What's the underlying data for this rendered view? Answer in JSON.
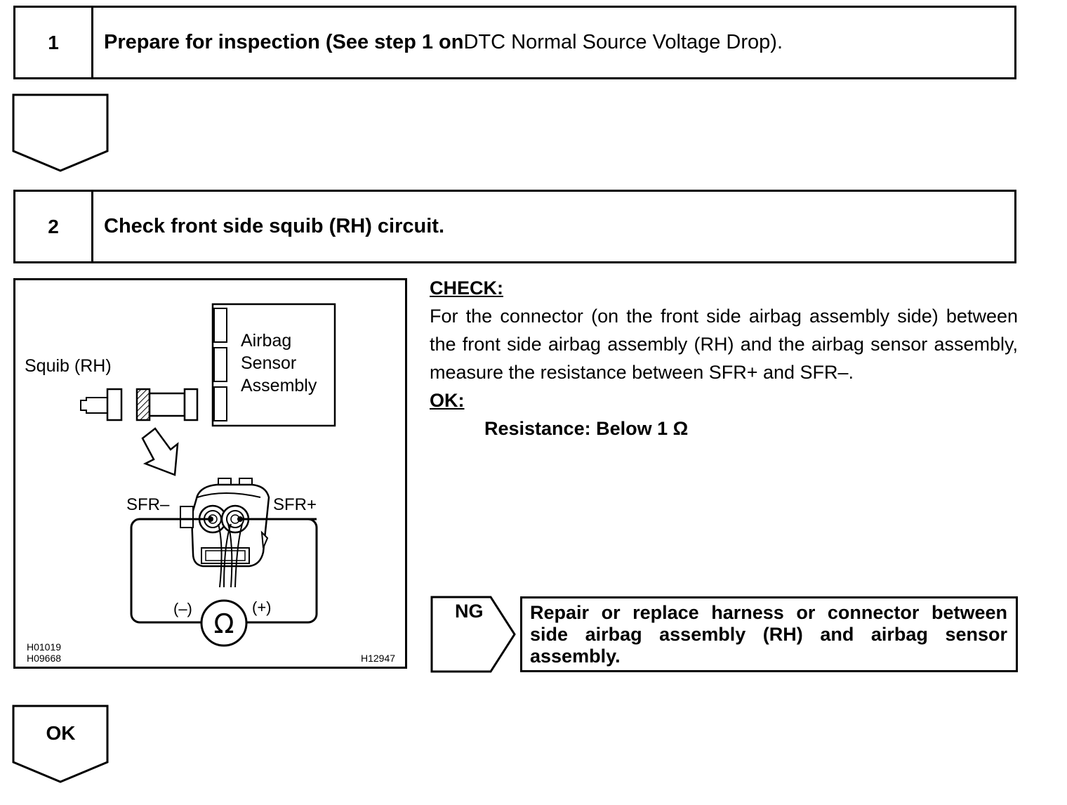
{
  "step1": {
    "number": "1",
    "title_bold": "Prepare for inspection (See step 1 on ",
    "title_normal": "DTC Normal Source Voltage Drop",
    "title_end": ")."
  },
  "step2": {
    "number": "2",
    "title": "Check front side squib (RH) circuit."
  },
  "figure": {
    "squib_label": "Squib (RH)",
    "sensor_label_line1": "Airbag",
    "sensor_label_line2": "Sensor",
    "sensor_label_line3": "Assembly",
    "sfr_minus": "SFR–",
    "sfr_plus": "SFR+",
    "meter_minus": "(–)",
    "meter_plus": "(+)",
    "ohm_symbol": "Ω",
    "code1": "H01019",
    "code2": "H09668",
    "code3": "H12947"
  },
  "check": {
    "heading": "CHECK:",
    "body": "For the connector (on the front side airbag assembly side) between the front side airbag assembly (RH) and the airbag sensor assembly, measure the resistance between SFR+ and SFR–.",
    "ok_heading": "OK:",
    "resistance": "Resistance: Below 1 Ω"
  },
  "ng": {
    "label": "NG",
    "action": "Repair or replace harness or connector between side airbag assembly (RH) and airbag sensor assembly."
  },
  "ok": {
    "label": "OK"
  }
}
